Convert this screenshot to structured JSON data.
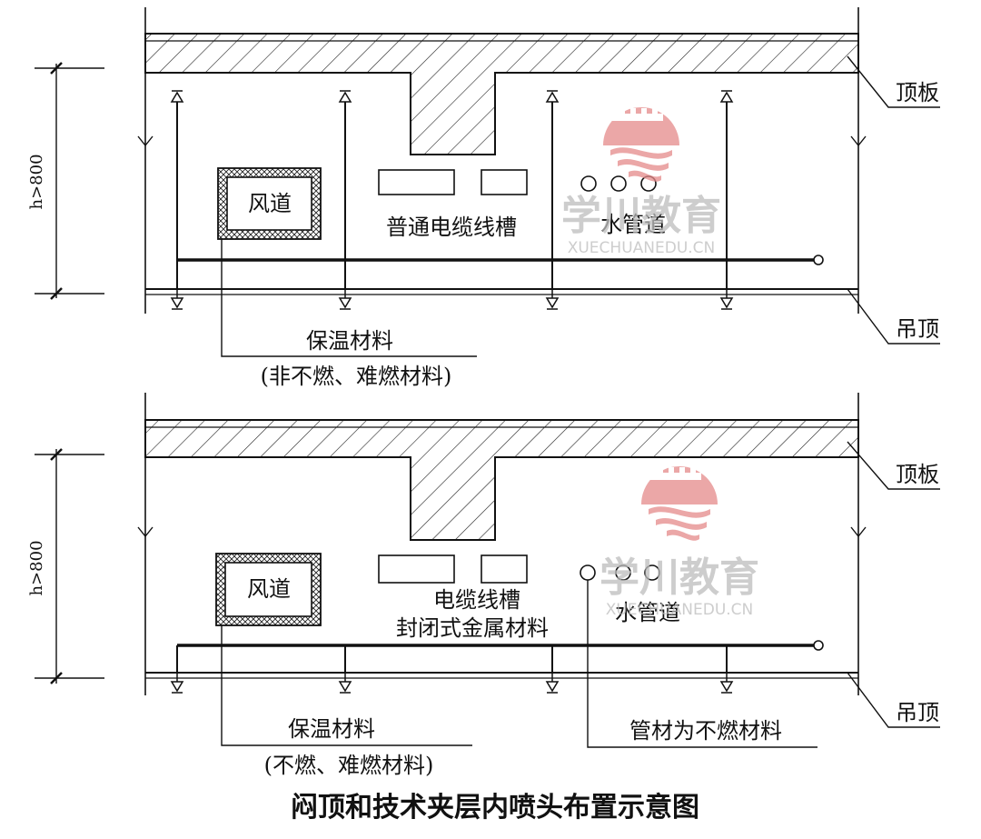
{
  "top_panel": {
    "height_dim": "h>800",
    "roof_label": "顶板",
    "ceiling_label": "吊顶",
    "duct_label": "风道",
    "cable_tray_label": "普通电缆线槽",
    "water_pipe_label": "水管道",
    "insulation_label": "保温材料",
    "insulation_note": "(非不燃、难燃材料)"
  },
  "bottom_panel": {
    "height_dim": "h>800",
    "roof_label": "顶板",
    "ceiling_label": "吊顶",
    "duct_label": "风道",
    "cable_tray_label_1": "电缆线槽",
    "cable_tray_label_2": "封闭式金属材料",
    "water_pipe_label": "水管道",
    "insulation_label": "保温材料",
    "insulation_note": "(不燃、难燃材料)",
    "pipe_material_label": "管材为不燃材料"
  },
  "caption": "闷顶和技术夹层内喷头布置示意图",
  "watermark": {
    "brand": "学川教育",
    "url": "XUECHUANEDU.CN",
    "logo": "great-wall-logo"
  },
  "colors": {
    "line": "#111111",
    "watermark": "#e58a8a",
    "watermark_text": "#b5b5b5"
  }
}
